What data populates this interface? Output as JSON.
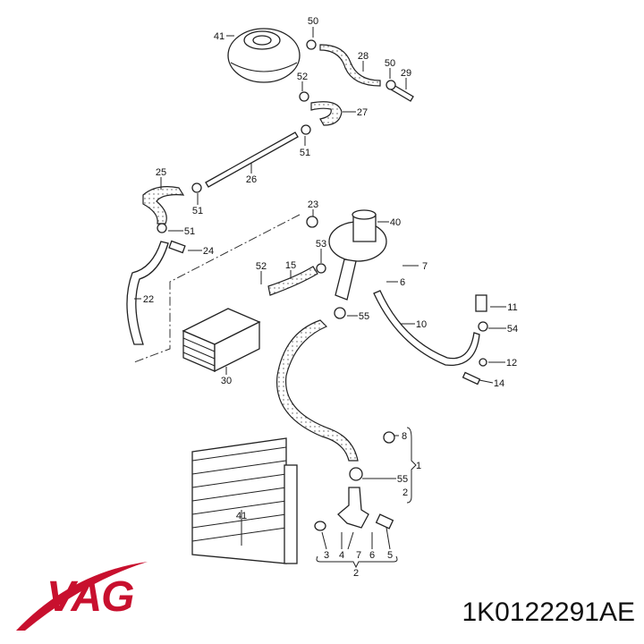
{
  "brand": {
    "logo_text": "VAG",
    "color": "#c8102e"
  },
  "part_number": "1K0122291AE",
  "callouts": [
    "41",
    "50",
    "28",
    "50",
    "29",
    "52",
    "27",
    "51",
    "25",
    "26",
    "51",
    "23",
    "40",
    "51",
    "24",
    "53",
    "7",
    "52",
    "15",
    "6",
    "22",
    "55",
    "10",
    "11",
    "54",
    "30",
    "12",
    "14",
    "8",
    "1",
    "55",
    "2",
    "41",
    "3",
    "4",
    "7",
    "6",
    "5",
    "2"
  ]
}
